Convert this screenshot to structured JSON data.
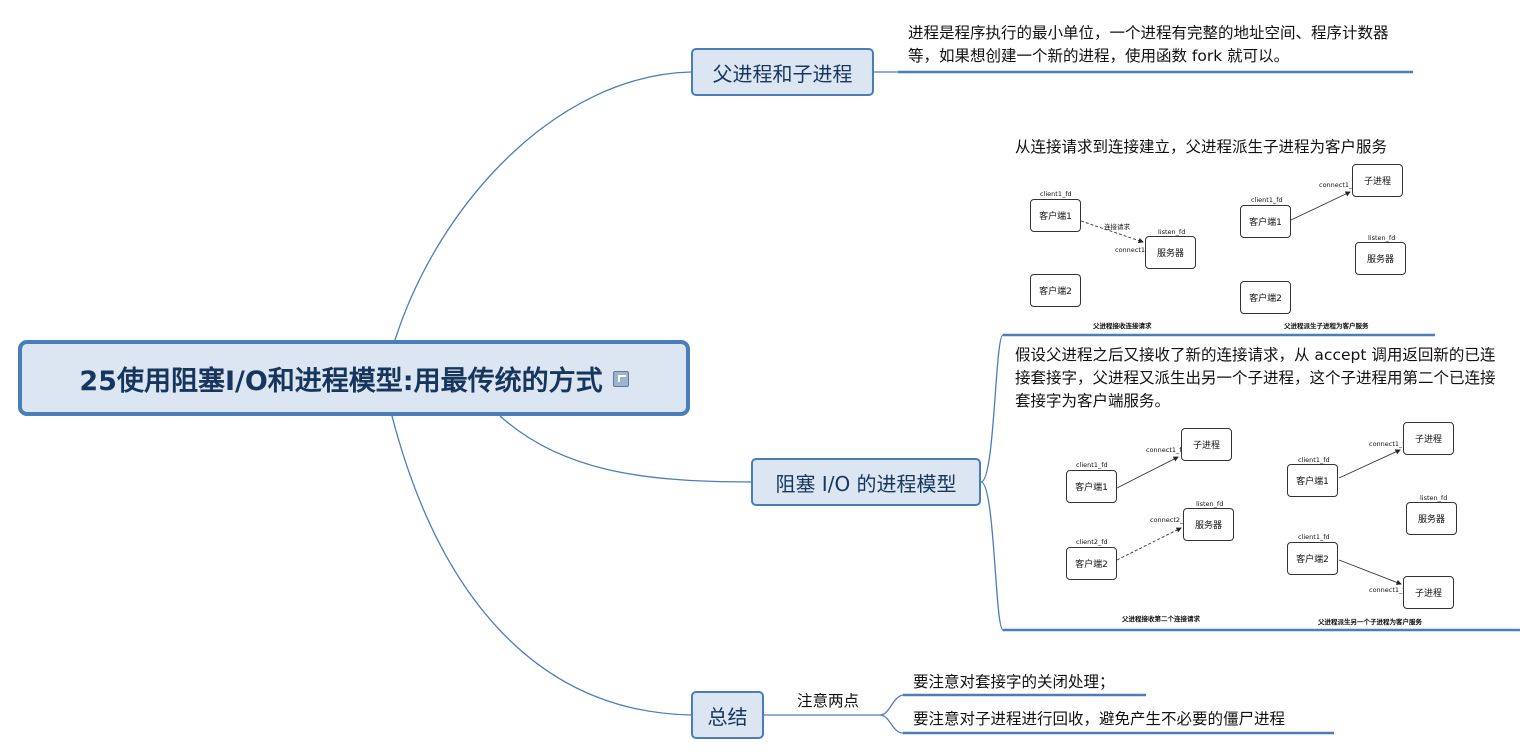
{
  "root": {
    "title": "25使用阻塞I/O和进程模型:用最传统的方式"
  },
  "branches": {
    "parent_child": {
      "label": "父进程和子进程",
      "note": "进程是程序执行的最小单位，一个进程有完整的地址空间、程序计数器等，如果想创建一个新的进程，使用函数 fork 就可以。"
    },
    "blocking": {
      "label": "阻塞 I/O 的进程模型",
      "caption1": "从连接请求到连接建立，父进程派生子进程为客户服务",
      "caption2": "假设父进程之后又接收了新的连接请求，从 accept 调用返回新的已连接套接字，父进程又派生出另一个子进程，这个子进程用第二个已连接套接字为客户端服务。"
    },
    "summary": {
      "label": "总结",
      "sub_label": "注意两点",
      "points": [
        "要注意对套接字的关闭处理；",
        "要注意对子进程进行回收，避免产生不必要的僵尸进程"
      ]
    }
  },
  "figures": {
    "fig1": {
      "client1": "客户端1",
      "server": "服务器",
      "client2": "客户端2",
      "client1_fd": "client1_fd",
      "listen_fd": "listen_fd",
      "request": "连接请求",
      "connect1_fd": "connect1_fd",
      "caption": "父进程接收连接请求"
    },
    "fig2": {
      "child": "子进程",
      "client1": "客户端1",
      "server": "服务器",
      "client2": "客户端2",
      "client1_fd": "client1_fd",
      "connect1_fd": "connect1_fd",
      "listen_fd": "listen_fd",
      "caption": "父进程派生子进程为客户服务"
    },
    "fig3": {
      "child": "子进程",
      "client1": "客户端1",
      "server": "服务器",
      "client2": "客户端2",
      "client1_fd": "client1_fd",
      "connect1_fd": "connect1_fd",
      "listen_fd": "listen_fd",
      "client2_fd": "client2_fd",
      "connect2_fd": "connect2_fd",
      "caption": "父进程接收第二个连接请求"
    },
    "fig4": {
      "child1": "子进程",
      "client1": "客户端1",
      "server": "服务器",
      "client2": "客户端2",
      "child2": "子进程",
      "client1_fd": "client1_fd",
      "connect1_fd": "connect1_fd",
      "listen_fd": "listen_fd",
      "client1_fd_b": "client1_fd",
      "connect1_fd_b": "connect1_fd",
      "caption": "父进程派生另一个子进程为客户服务"
    }
  },
  "colors": {
    "node_fill": "#dce6f2",
    "node_border": "#4a7ebb",
    "connector": "#4a7ebb",
    "node_text": "#17365d"
  }
}
